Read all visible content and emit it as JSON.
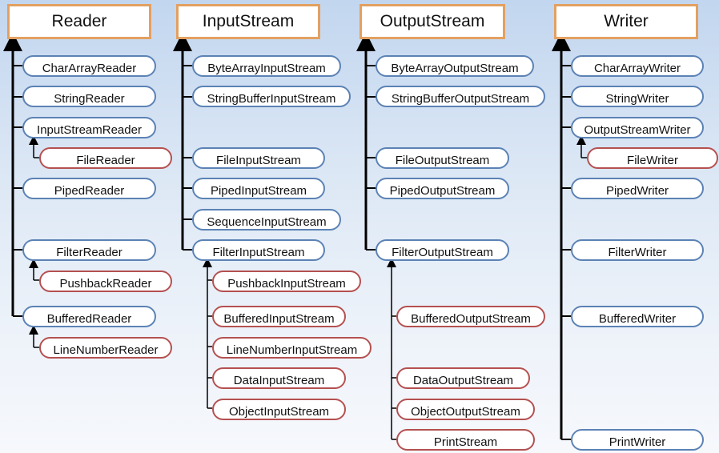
{
  "roots": {
    "reader": "Reader",
    "inputstream": "InputStream",
    "outputstream": "OutputStream",
    "writer": "Writer"
  },
  "reader": {
    "CharArrayReader": "CharArrayReader",
    "StringReader": "StringReader",
    "InputStreamReader": "InputStreamReader",
    "FileReader": "FileReader",
    "PipedReader": "PipedReader",
    "FilterReader": "FilterReader",
    "PushbackReader": "PushbackReader",
    "BufferedReader": "BufferedReader",
    "LineNumberReader": "LineNumberReader"
  },
  "inputstream": {
    "ByteArrayInputStream": "ByteArrayInputStream",
    "StringBufferInputStream": "StringBufferInputStream",
    "FileInputStream": "FileInputStream",
    "PipedInputStream": "PipedInputStream",
    "SequenceInputStream": "SequenceInputStream",
    "FilterInputStream": "FilterInputStream",
    "PushbackInputStream": "PushbackInputStream",
    "BufferedInputStream": "BufferedInputStream",
    "LineNumberInputStream": "LineNumberInputStream",
    "DataInputStream": "DataInputStream",
    "ObjectInputStream": "ObjectInputStream"
  },
  "outputstream": {
    "ByteArrayOutputStream": "ByteArrayOutputStream",
    "StringBufferOutputStream": "StringBufferOutputStream",
    "FileOutputStream": "FileOutputStream",
    "PipedOutputStream": "PipedOutputStream",
    "FilterOutputStream": "FilterOutputStream",
    "BufferedOutputStream": "BufferedOutputStream",
    "DataOutputStream": "DataOutputStream",
    "ObjectOutputStream": "ObjectOutputStream",
    "PrintStream": "PrintStream"
  },
  "writer": {
    "CharArrayWriter": "CharArrayWriter",
    "StringWriter": "StringWriter",
    "OutputStreamWriter": "OutputStreamWriter",
    "FileWriter": "FileWriter",
    "PipedWriter": "PipedWriter",
    "FilterWriter": "FilterWriter",
    "BufferedWriter": "BufferedWriter",
    "PrintWriter": "PrintWriter"
  },
  "colors": {
    "root_border": "#e3a061",
    "abstract_border": "#5b82b5",
    "decorator_border": "#b55050",
    "line": "#000000"
  }
}
